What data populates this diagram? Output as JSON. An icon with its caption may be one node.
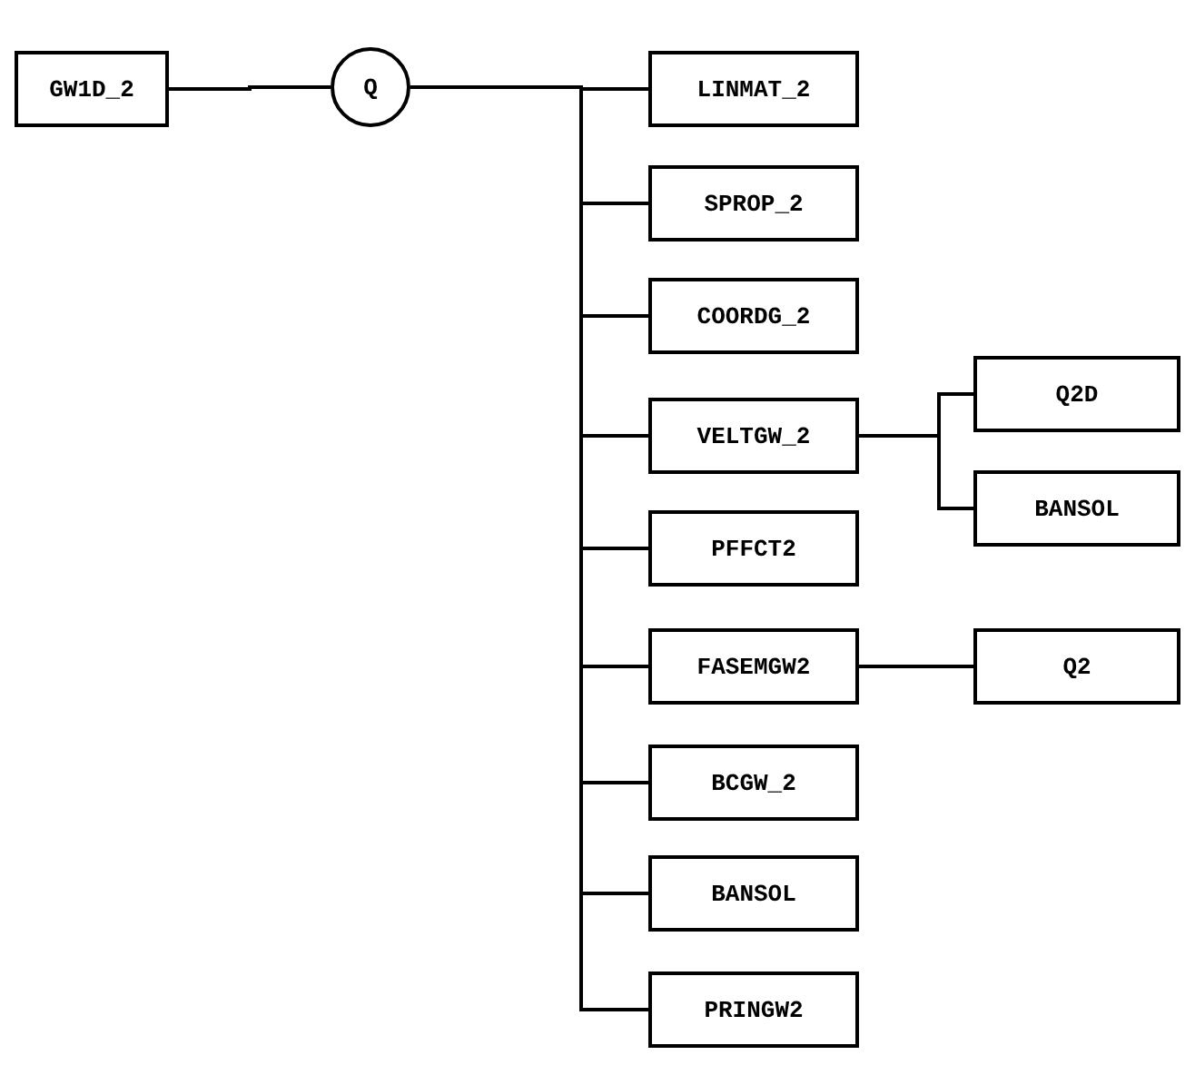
{
  "diagram": {
    "nodes": [
      {
        "text": [
          "GW1D_2"
        ]
      },
      {
        "text": [
          "Q"
        ]
      },
      {
        "text": [
          "LINMAT_2"
        ]
      },
      {
        "text": [
          "SPROP_2"
        ]
      },
      {
        "text": [
          "COORDG_2"
        ]
      },
      {
        "text": [
          "VELTGW_2"
        ]
      },
      {
        "text": [
          "Q2D"
        ]
      },
      {
        "text": [
          "BANSOL"
        ]
      },
      {
        "text": [
          "PFFCT2"
        ]
      },
      {
        "text": [
          "FASEMGW2"
        ]
      },
      {
        "text": [
          "Q2"
        ]
      },
      {
        "text": [
          "BCGW_2"
        ]
      },
      {
        "text": [
          "BANSOL"
        ]
      },
      {
        "text": [
          "PRINGW2"
        ]
      }
    ],
    "edges": [
      {
        "from": 0,
        "to": 1,
        "arrow": "none"
      },
      {
        "from": 1,
        "to": 2,
        "arrow": "none"
      },
      {
        "from": 1,
        "to": 3,
        "arrow": "none"
      },
      {
        "from": 1,
        "to": 4,
        "arrow": "none"
      },
      {
        "from": 1,
        "to": 5,
        "arrow": "none"
      },
      {
        "from": 5,
        "to": 6,
        "arrow": "none"
      },
      {
        "from": 5,
        "to": 7,
        "arrow": "none"
      },
      {
        "from": 1,
        "to": 8,
        "arrow": "none"
      },
      {
        "from": 1,
        "to": 9,
        "arrow": "none"
      },
      {
        "from": 9,
        "to": 10,
        "arrow": "none"
      },
      {
        "from": 1,
        "to": 11,
        "arrow": "none"
      },
      {
        "from": 1,
        "to": 12,
        "arrow": "none"
      },
      {
        "from": 1,
        "to": 13,
        "arrow": "none"
      }
    ]
  }
}
